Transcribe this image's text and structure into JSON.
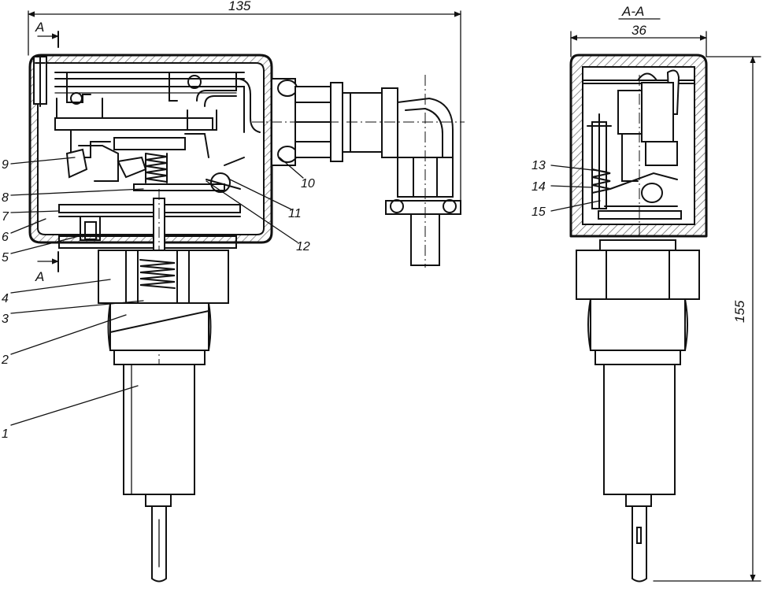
{
  "dimensions": {
    "overall_width": "135",
    "section_width": "36",
    "overall_height": "155"
  },
  "section_labels": {
    "cut_marker_top": "A",
    "cut_marker_bottom": "A",
    "section_title": "A-A"
  },
  "callouts": {
    "c1": "1",
    "c2": "2",
    "c3": "3",
    "c4": "4",
    "c5": "5",
    "c6": "6",
    "c7": "7",
    "c8": "8",
    "c9": "9",
    "c10": "10",
    "c11": "11",
    "c12": "12",
    "c13": "13",
    "c14": "14",
    "c15": "15"
  }
}
